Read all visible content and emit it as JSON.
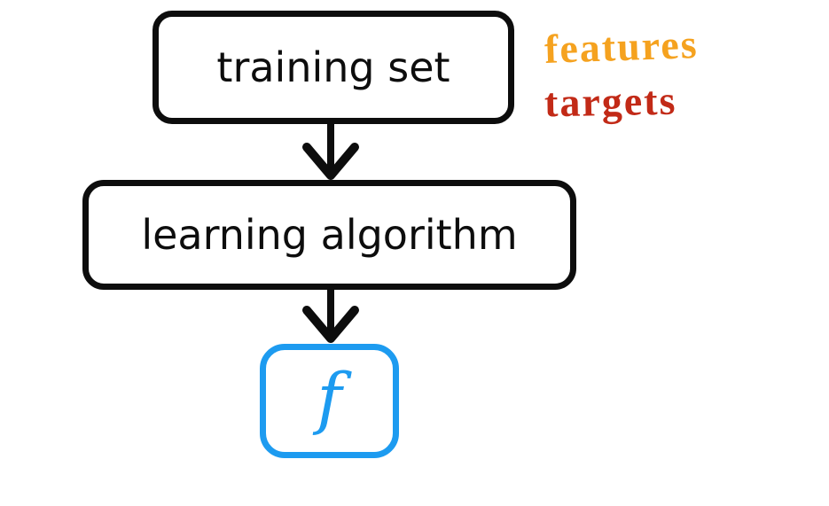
{
  "diagram": {
    "background_color": "#ffffff",
    "nodes": [
      {
        "id": "training-set",
        "label": "training set",
        "border_color": "#0d0d0d",
        "text_color": "#0d0d0d",
        "fill_color": "#ffffff"
      },
      {
        "id": "learning-algorithm",
        "label": "learning algorithm",
        "border_color": "#0d0d0d",
        "text_color": "#0d0d0d",
        "fill_color": "#ffffff"
      },
      {
        "id": "function",
        "label": "f",
        "border_color": "#1d9bf0",
        "text_color": "#1d9bf0",
        "fill_color": "#ffffff"
      }
    ],
    "edges": [
      {
        "from": "training-set",
        "to": "learning-algorithm",
        "direction": "down",
        "color": "#0d0d0d"
      },
      {
        "from": "learning-algorithm",
        "to": "function",
        "direction": "down",
        "color": "#0d0d0d"
      }
    ],
    "annotations": [
      {
        "text": "features",
        "color": "#f5a21f"
      },
      {
        "text": "targets",
        "color": "#c22a17"
      }
    ]
  }
}
